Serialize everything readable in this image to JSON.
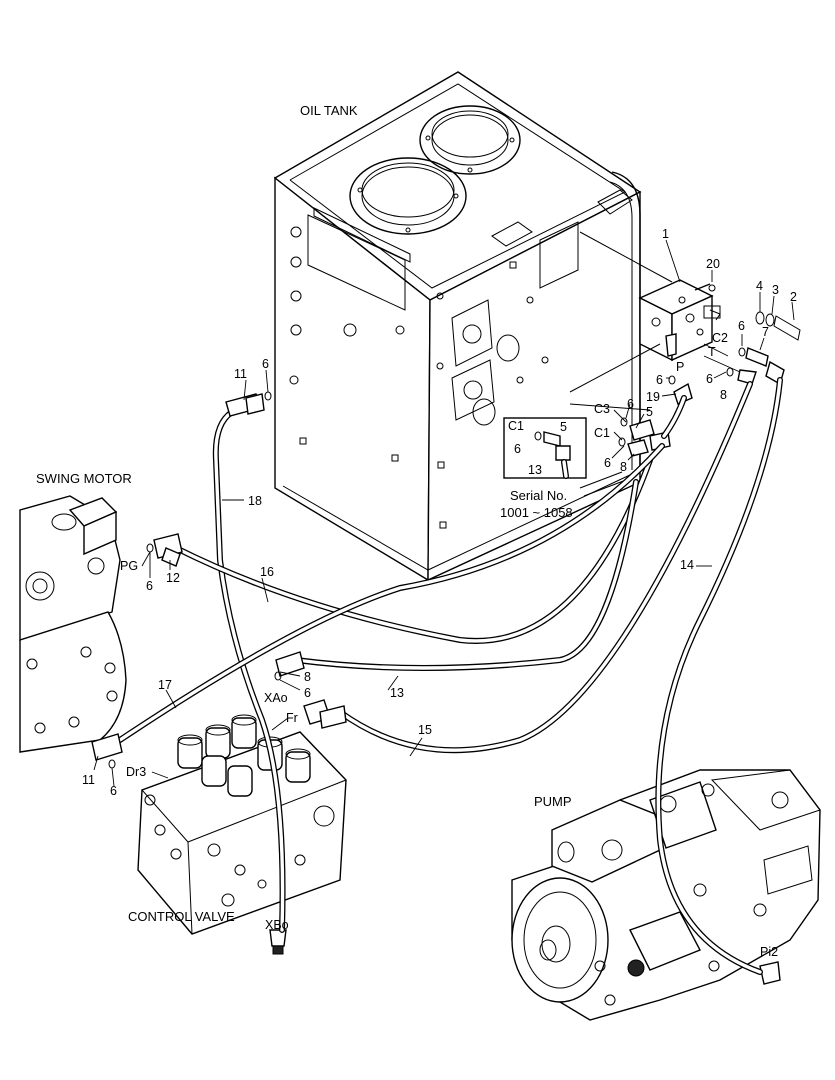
{
  "components": {
    "oil_tank": "OIL TANK",
    "swing_motor": "SWING MOTOR",
    "control_valve": "CONTROL VALVE",
    "pump": "PUMP"
  },
  "serial_note": {
    "line1": "Serial No.",
    "line2": "1001 ~ 1058"
  },
  "port_labels": {
    "c2": "C2",
    "t": "T",
    "p": "P",
    "c3": "C3",
    "c1": "C1",
    "c1_inset": "C1",
    "pg": "PG",
    "xao": "XAo",
    "fr": "Fr",
    "dr3": "Dr3",
    "xbo": "XBo",
    "pi2": "Pi2"
  },
  "part_numbers": {
    "p1": "1",
    "p20": "20",
    "p4": "4",
    "p3": "3",
    "p2": "2",
    "p6_c2": "6",
    "p7": "7",
    "p6_t": "6",
    "p8_t": "8",
    "p6_p": "6",
    "p19": "19",
    "p6_c3": "6",
    "p5_c3": "5",
    "p6_c1": "6",
    "p8_c1": "8",
    "p11_top": "11",
    "p6_top": "6",
    "inset_5": "5",
    "inset_6": "6",
    "inset_13": "13",
    "p18": "18",
    "p6_pg": "6",
    "p12": "12",
    "p16": "16",
    "p14": "14",
    "p8_xa": "8",
    "p6_xa": "6",
    "p13": "13",
    "p17": "17",
    "p15": "15",
    "p11_bot": "11",
    "p6_bot": "6"
  }
}
